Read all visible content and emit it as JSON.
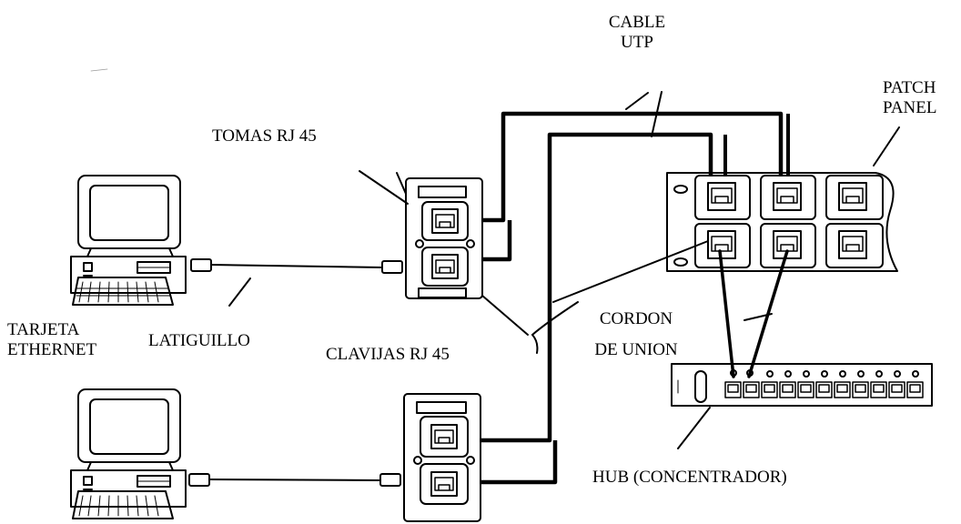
{
  "labels": {
    "cable_utp": "CABLE\nUTP",
    "patch_panel": "PATCH\nPANEL",
    "tomas": "TOMAS RJ 45",
    "tarjeta": "TARJETA\nETHERNET",
    "latiguillo": "LATIGUILLO",
    "clavijas": "CLAVIJAS RJ 45",
    "cordon": "CORDON\nDE UNION",
    "hub": "HUB (CONCENTRADOR)"
  },
  "icons": {
    "computer": "desktop-computer",
    "wall_outlet": "rj45-wall-outlet",
    "patch_panel": "rj45-patch-panel",
    "hub": "network-hub",
    "plug": "rj45-plug"
  },
  "colors": {
    "line": "#000000",
    "background": "#ffffff"
  }
}
